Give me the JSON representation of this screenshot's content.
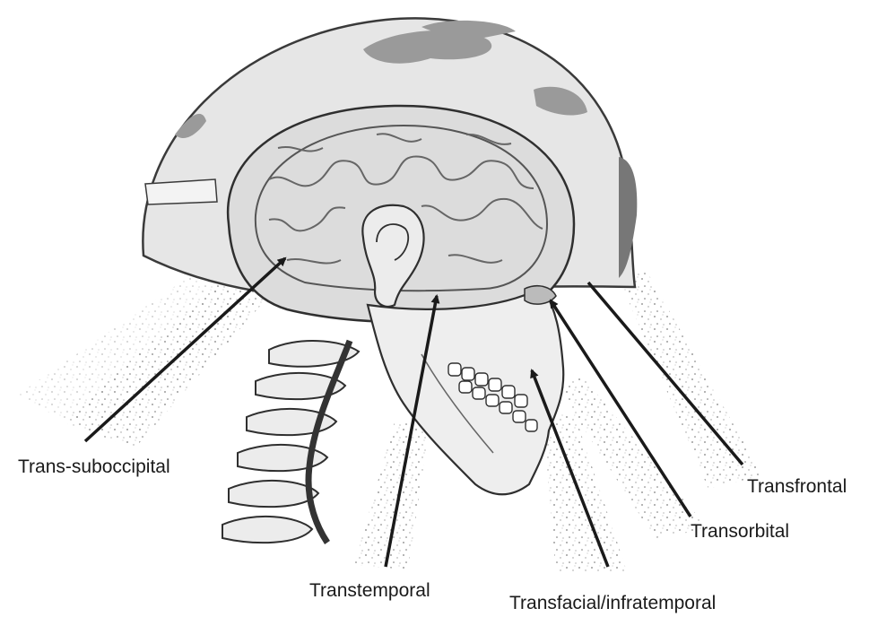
{
  "approaches": {
    "trans_suboccipital": "Trans-suboccipital",
    "transtemporal": "Transtemporal",
    "transfacial_infratemporal": "Transfacial/infratemporal",
    "transorbital": "Transorbital",
    "transfrontal": "Transfrontal"
  },
  "colors": {
    "outline": "#3a3a3a",
    "helmet_fill": "#e6e6e6",
    "helmet_camo": "#9a9a9a",
    "brain_fill": "#d9d9d9",
    "skull_fill": "#eeeeee",
    "arrow": "#1a1a1a",
    "label": "#1a1a1a"
  },
  "icons": [
    "helmet-illustration",
    "brain-illustration",
    "skull-illustration",
    "cervical-spine-illustration",
    "ear-illustration"
  ]
}
